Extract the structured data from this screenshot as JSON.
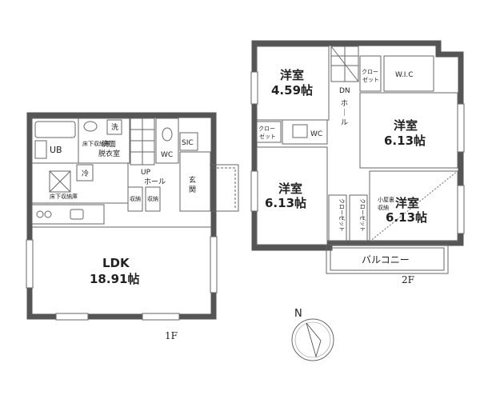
{
  "floor1": {
    "label": "1F",
    "rooms": {
      "ldk_name": "LDK",
      "ldk_size": "18.91帖",
      "ub": "UB",
      "senmen_1": "洗面",
      "senmen_2": "脱衣室",
      "wc": "WC",
      "sic": "SIC",
      "genkan": "玄関",
      "up_hall": "UP",
      "hall": "ホール",
      "shuno_left": "収納",
      "shuno_right": "収納",
      "rei": "冷",
      "sen": "洗"
    },
    "notes": {
      "yukashita_top": "床下収納庫",
      "yukashita_bottom": "床下収納庫"
    }
  },
  "floor2": {
    "label": "2F",
    "rooms": {
      "r1_name": "洋室",
      "r1_size": "4.59帖",
      "r2_name": "洋室",
      "r2_size": "6.13帖",
      "r3_name": "洋室",
      "r3_size": "6.13帖",
      "r4_name": "洋室",
      "r4_size": "6.13帖",
      "wic": "W.I.C",
      "wc": "WC",
      "dn": "DN",
      "hall": "ホール",
      "closet_top": "クロー\nゼット",
      "closet_left": "クロー\nゼット",
      "closet_v1": "クローゼット",
      "closet_v2": "クローゼット",
      "balcony": "バルコニー",
      "loft_note": "小屋裏\n収納"
    }
  },
  "compass": {
    "north": "N"
  },
  "colors": {
    "wall": "#555555",
    "line": "#666666",
    "background": "#ffffff"
  }
}
